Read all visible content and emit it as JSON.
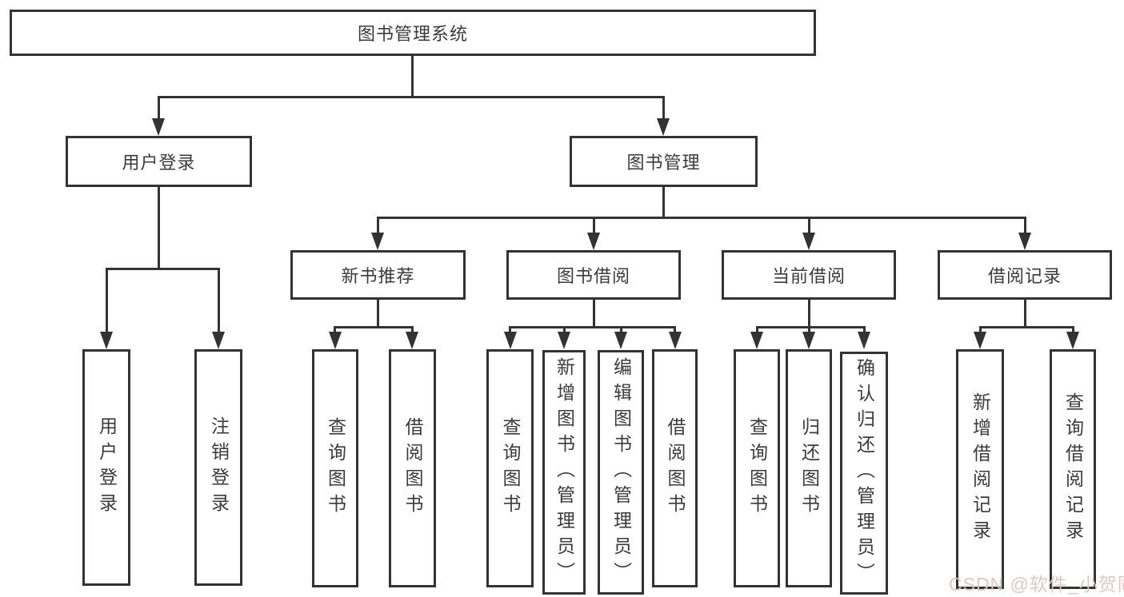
{
  "diagram": {
    "title": "图书管理系统",
    "nodes": {
      "root": "图书管理系统",
      "user_login": "用户登录",
      "book_mgmt": "图书管理",
      "new_book_rec": "新书推荐",
      "book_borrow": "图书借阅",
      "current_borrow": "当前借阅",
      "borrow_records": "借阅记录",
      "leaf_user_login": "用户登录",
      "leaf_logout": "注销登录",
      "rec_query_book": "查询图书",
      "rec_borrow_book": "借阅图书",
      "bb_query_book": "查询图书",
      "bb_add_book": "新增图书（管理员）",
      "bb_edit_book": "编辑图书（管理员）",
      "bb_borrow_book": "借阅图书",
      "cb_query_book": "查询图书",
      "cb_return_book": "归还图书",
      "cb_confirm_return": "确认归还（管理员）",
      "br_add_record": "新增借阅记录",
      "br_query_record": "查询借阅记录"
    },
    "hierarchy": {
      "图书管理系统": {
        "用户登录": [
          "用户登录",
          "注销登录"
        ],
        "图书管理": {
          "新书推荐": [
            "查询图书",
            "借阅图书"
          ],
          "图书借阅": [
            "查询图书",
            "新增图书（管理员）",
            "编辑图书（管理员）",
            "借阅图书"
          ],
          "当前借阅": [
            "查询图书",
            "归还图书",
            "确认归还（管理员）"
          ],
          "借阅记录": [
            "新增借阅记录",
            "查询借阅记录"
          ]
        }
      }
    }
  },
  "watermark": {
    "text": "CSDN @软件_小贺同学"
  },
  "colors": {
    "line": "#333333",
    "box_border": "#333333",
    "text": "#3b3b3b",
    "background": "#ffffff",
    "watermark": "#e0c6c6"
  }
}
